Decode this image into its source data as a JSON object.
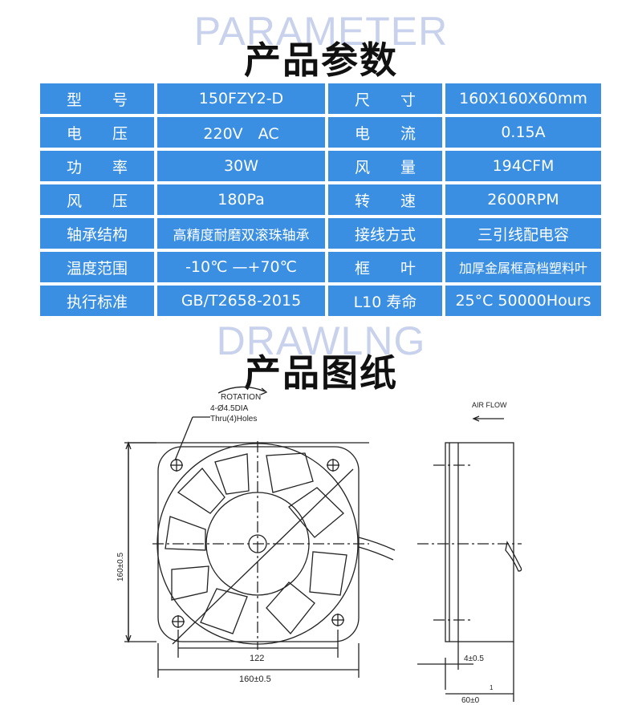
{
  "header": {
    "watermark": "PARAMETER",
    "title": "产品参数"
  },
  "params": [
    {
      "label": "型　　号",
      "value": "150FZY2-D",
      "label2": "尺　　寸",
      "value2": "160X160X60mm"
    },
    {
      "label": "电　　压",
      "value": "220V　AC",
      "label2": "电　　流",
      "value2": "0.15A"
    },
    {
      "label": "功　　率",
      "value": "30W",
      "label2": "风　　量",
      "value2": "194CFM"
    },
    {
      "label": "风　　压",
      "value": "180Pa",
      "label2": "转　　速",
      "value2": "2600RPM"
    },
    {
      "label": "轴承结构",
      "value": "高精度耐磨双滚珠轴承",
      "label2": "接线方式",
      "value2": "三引线配电容"
    },
    {
      "label": "温度范围",
      "value": "-10℃ —+70℃",
      "label2": "框　　叶",
      "value2": "加厚金属框高档塑料叶"
    },
    {
      "label": "执行标准",
      "value": "GB/T2658-2015",
      "label2": "L10 寿命",
      "value2": "25°C  50000Hours"
    }
  ],
  "drawing_section": {
    "watermark": "DRAWLNG",
    "title": "产品图纸"
  },
  "drawing": {
    "rotation": "ROTATION",
    "holes_line1": "4-Ø4.5DIA",
    "holes_line2": "Thru(4)Holes",
    "airflow": "AIR FLOW",
    "dim_height": "160±0.5",
    "dim_hole": "122",
    "dim_width": "160±0.5",
    "dim_flange": "4±0.5",
    "dim_depth": "60±0",
    "dim_depth_sup": "1"
  }
}
